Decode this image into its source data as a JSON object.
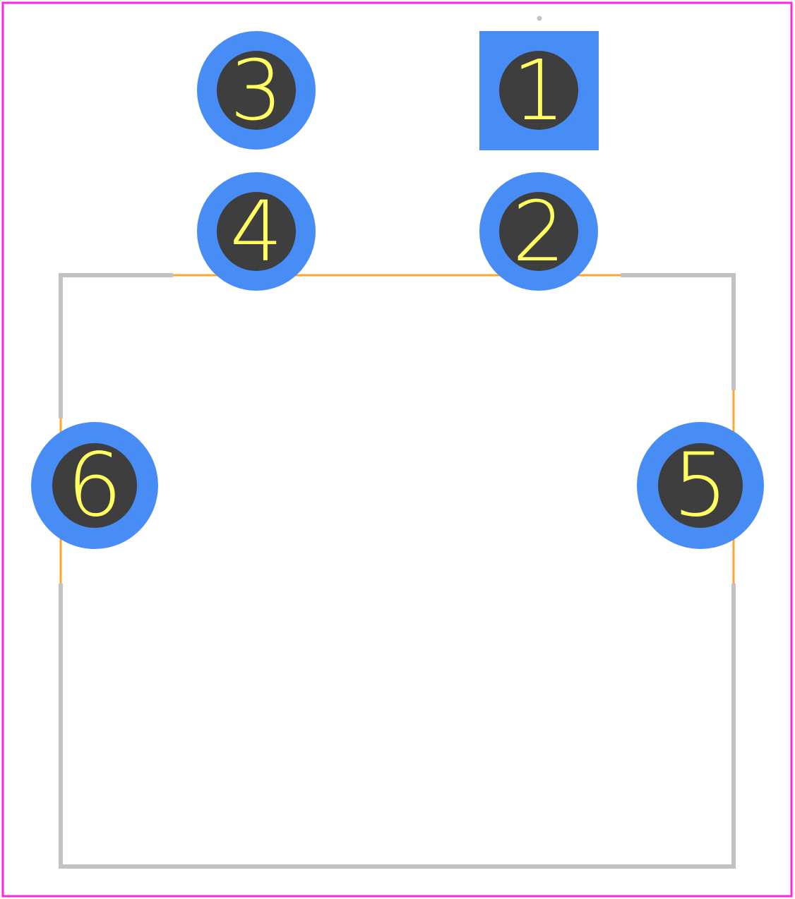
{
  "colors": {
    "boundary": "#ff26e2",
    "silkscreen": "#c2c2c2",
    "assembly": "#ffa42e",
    "pad_copper": "#488cf5",
    "pad_hole": "#3e3e3e",
    "pad_label": "#ffff61",
    "background": "#ffffff"
  },
  "pads": [
    {
      "number": "1",
      "shape": "square"
    },
    {
      "number": "2",
      "shape": "round"
    },
    {
      "number": "3",
      "shape": "round"
    },
    {
      "number": "4",
      "shape": "round"
    },
    {
      "number": "5",
      "shape": "round"
    },
    {
      "number": "6",
      "shape": "round"
    }
  ]
}
